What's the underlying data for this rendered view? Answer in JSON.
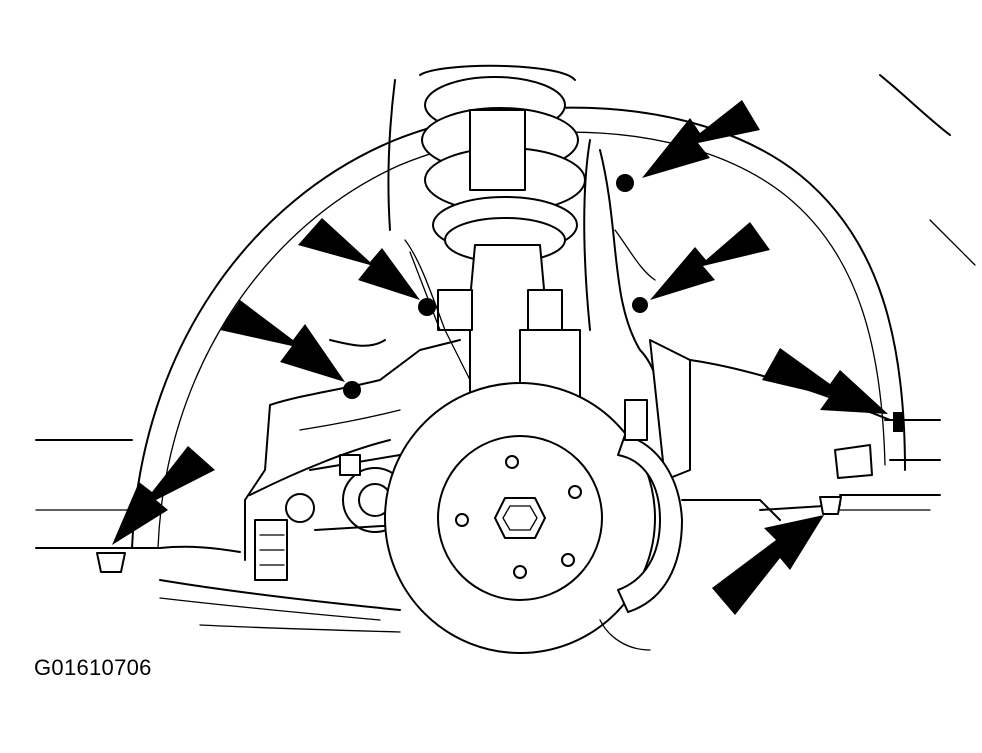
{
  "figure": {
    "code": "G01610706",
    "ink_color": "#000000",
    "background_color": "#ffffff"
  },
  "callouts": [
    {
      "name": "arrow-upper-right-fastener"
    },
    {
      "name": "arrow-strut-upper-bolt"
    },
    {
      "name": "arrow-strut-left-bolt"
    },
    {
      "name": "arrow-right-side-bolt"
    },
    {
      "name": "arrow-right-clip"
    },
    {
      "name": "arrow-left-clip"
    },
    {
      "name": "arrow-lower-right-clip"
    }
  ]
}
